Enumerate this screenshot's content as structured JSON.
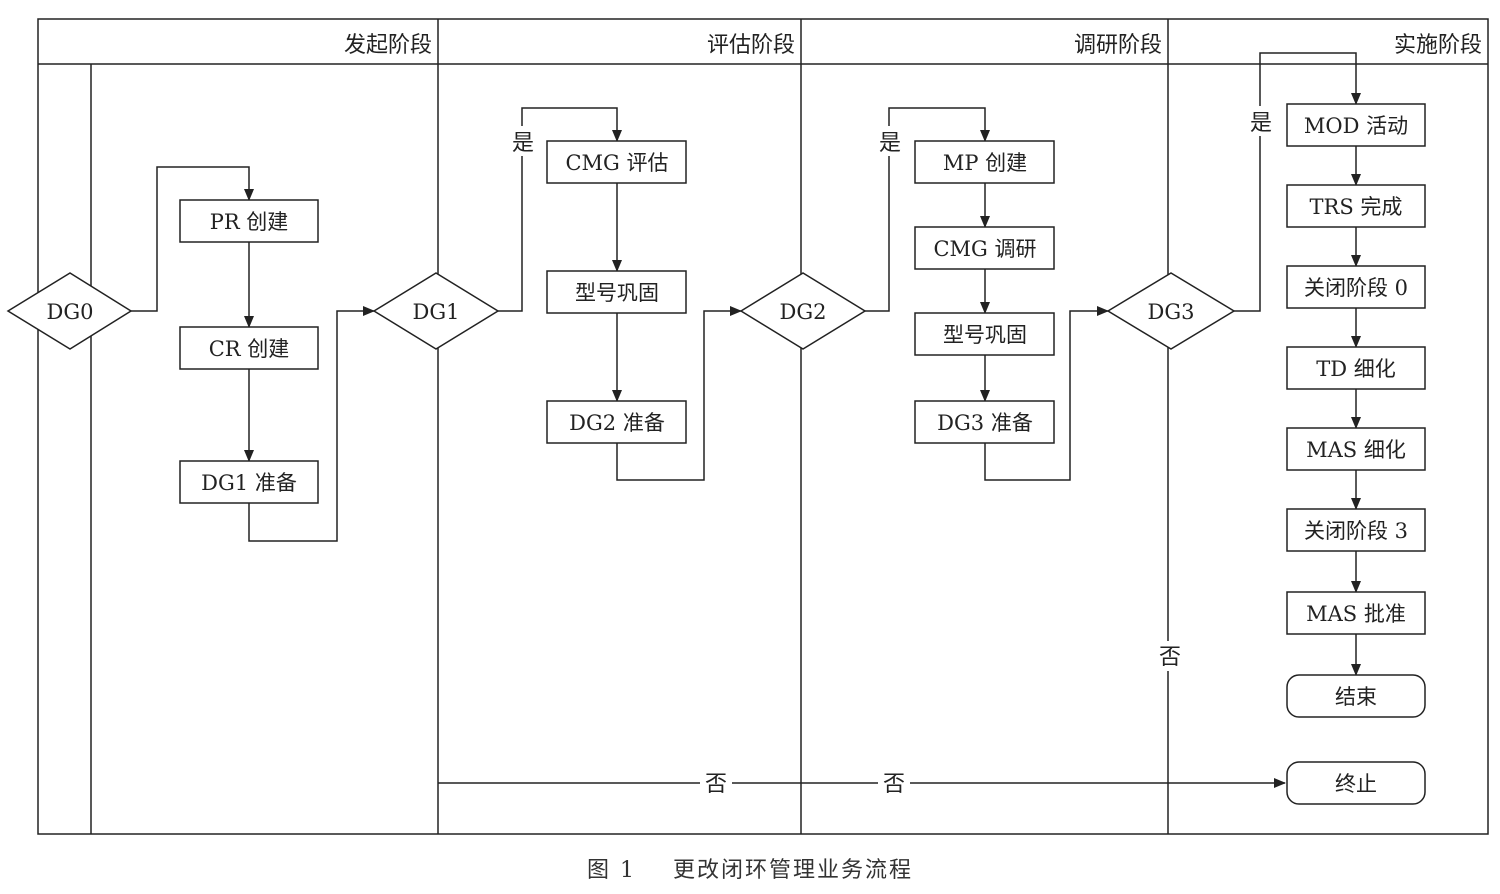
{
  "lanes": [
    "发起阶段",
    "评估阶段",
    "调研阶段",
    "实施阶段"
  ],
  "decisions": {
    "dg0": "DG0",
    "dg1": "DG1",
    "dg2": "DG2",
    "dg3": "DG3"
  },
  "initiation": {
    "pr": "PR 创建",
    "cr": "CR 创建",
    "dg1prep": "DG1 准备"
  },
  "evaluation": {
    "cmg": "CMG 评估",
    "consolidate": "型号巩固",
    "dg2prep": "DG2 准备"
  },
  "research": {
    "mp": "MP 创建",
    "cmg": "CMG 调研",
    "consolidate": "型号巩固",
    "dg3prep": "DG3 准备"
  },
  "implementation": {
    "mod": "MOD 活动",
    "trs": "TRS 完成",
    "close0": "关闭阶段 0",
    "td": "TD 细化",
    "mas": "MAS 细化",
    "close3": "关闭阶段 3",
    "approve": "MAS 批准",
    "end": "结束",
    "terminate": "终止"
  },
  "edge_labels": {
    "yes": "是",
    "no": "否"
  },
  "caption": {
    "fig": "图 1",
    "title": "更改闭环管理业务流程"
  }
}
